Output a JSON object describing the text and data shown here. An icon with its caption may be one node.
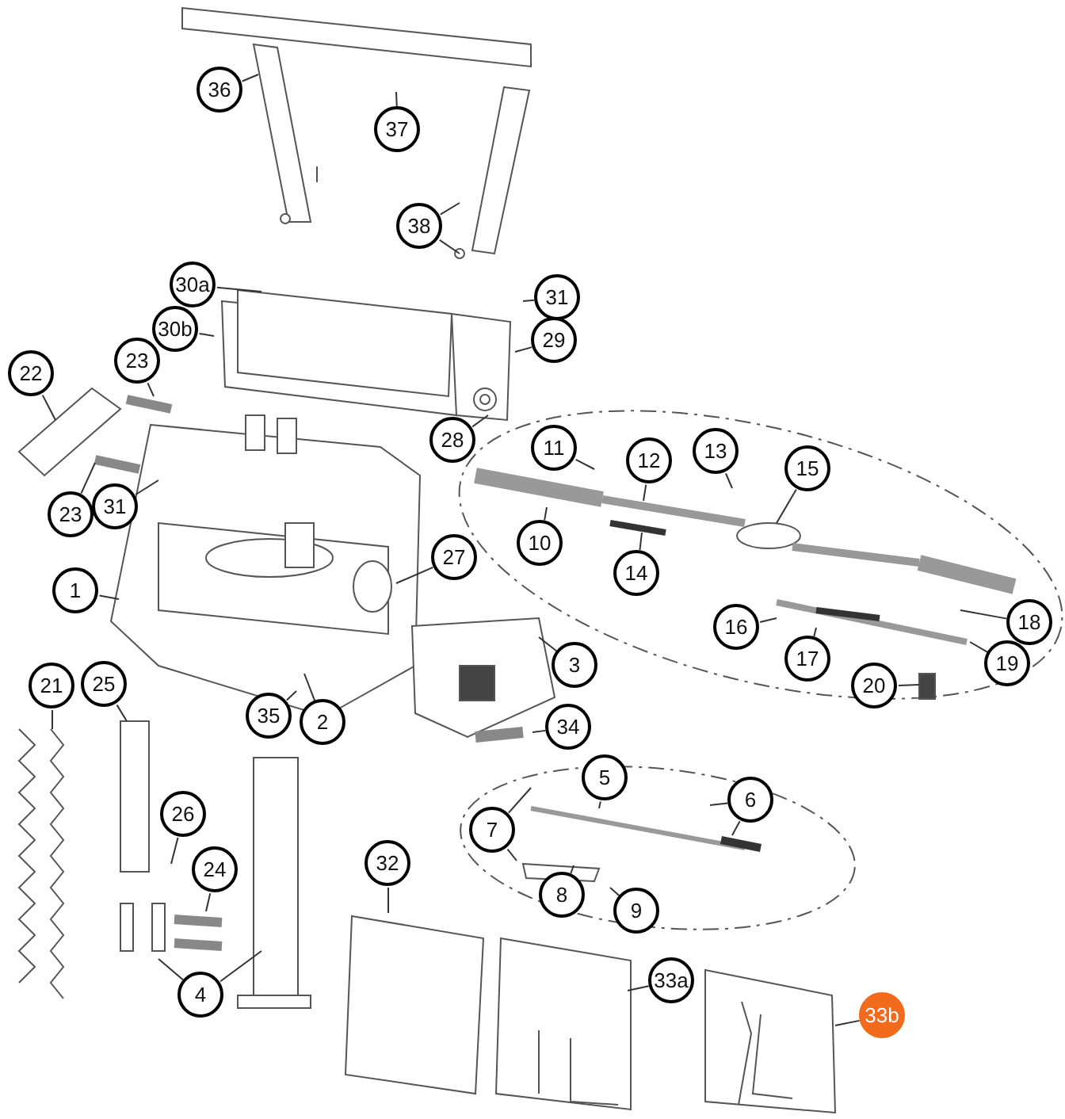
{
  "diagram": {
    "nodes": [
      {
        "text": [
          "36"
        ]
      },
      {
        "text": [
          "37"
        ]
      },
      {
        "text": [
          "38"
        ]
      },
      {
        "text": [
          "30a"
        ]
      },
      {
        "text": [
          "30b"
        ]
      },
      {
        "text": [
          "31"
        ]
      },
      {
        "text": [
          "29"
        ]
      },
      {
        "text": [
          "22"
        ]
      },
      {
        "text": [
          "23"
        ]
      },
      {
        "text": [
          "28"
        ]
      },
      {
        "text": [
          "23"
        ]
      },
      {
        "text": [
          "31"
        ]
      },
      {
        "text": [
          "11"
        ]
      },
      {
        "text": [
          "12"
        ]
      },
      {
        "text": [
          "13"
        ]
      },
      {
        "text": [
          "15"
        ]
      },
      {
        "text": [
          "10"
        ]
      },
      {
        "text": [
          "14"
        ]
      },
      {
        "text": [
          "1"
        ]
      },
      {
        "text": [
          "27"
        ]
      },
      {
        "text": [
          "16"
        ]
      },
      {
        "text": [
          "17"
        ]
      },
      {
        "text": [
          "18"
        ]
      },
      {
        "text": [
          "19"
        ]
      },
      {
        "text": [
          "20"
        ]
      },
      {
        "text": [
          "3"
        ]
      },
      {
        "text": [
          "35"
        ]
      },
      {
        "text": [
          "2"
        ]
      },
      {
        "text": [
          "21"
        ]
      },
      {
        "text": [
          "25"
        ]
      },
      {
        "text": [
          "34"
        ]
      },
      {
        "text": [
          "5"
        ]
      },
      {
        "text": [
          "6"
        ]
      },
      {
        "text": [
          "26"
        ]
      },
      {
        "text": [
          "24"
        ]
      },
      {
        "text": [
          "7"
        ]
      },
      {
        "text": [
          "32"
        ]
      },
      {
        "text": [
          "8"
        ]
      },
      {
        "text": [
          "9"
        ]
      },
      {
        "text": [
          "4"
        ]
      },
      {
        "text": [
          "33a"
        ]
      },
      {
        "text": [
          "33b"
        ]
      }
    ],
    "edges": [
      {
        "from": 0,
        "to": null,
        "arrow": "none"
      },
      {
        "from": 1,
        "to": null,
        "arrow": "none"
      },
      {
        "from": 2,
        "to": null,
        "arrow": "none"
      },
      {
        "from": 2,
        "to": null,
        "arrow": "none"
      },
      {
        "from": 3,
        "to": null,
        "arrow": "none"
      },
      {
        "from": 4,
        "to": null,
        "arrow": "none"
      },
      {
        "from": 5,
        "to": null,
        "arrow": "none"
      },
      {
        "from": 6,
        "to": null,
        "arrow": "none"
      },
      {
        "from": 7,
        "to": null,
        "arrow": "none"
      },
      {
        "from": 8,
        "to": null,
        "arrow": "none"
      },
      {
        "from": 9,
        "to": null,
        "arrow": "none"
      },
      {
        "from": 10,
        "to": null,
        "arrow": "none"
      },
      {
        "from": 11,
        "to": null,
        "arrow": "none"
      },
      {
        "from": 12,
        "to": null,
        "arrow": "none"
      },
      {
        "from": 13,
        "to": null,
        "arrow": "none"
      },
      {
        "from": 14,
        "to": null,
        "arrow": "none"
      },
      {
        "from": 15,
        "to": null,
        "arrow": "none"
      },
      {
        "from": 16,
        "to": null,
        "arrow": "none"
      },
      {
        "from": 17,
        "to": null,
        "arrow": "none"
      },
      {
        "from": 18,
        "to": null,
        "arrow": "none"
      },
      {
        "from": 19,
        "to": null,
        "arrow": "none"
      },
      {
        "from": 20,
        "to": null,
        "arrow": "none"
      },
      {
        "from": 21,
        "to": null,
        "arrow": "none"
      },
      {
        "from": 22,
        "to": null,
        "arrow": "none"
      },
      {
        "from": 23,
        "to": null,
        "arrow": "none"
      },
      {
        "from": 24,
        "to": null,
        "arrow": "none"
      },
      {
        "from": 25,
        "to": null,
        "arrow": "none"
      },
      {
        "from": 26,
        "to": null,
        "arrow": "none"
      },
      {
        "from": 27,
        "to": null,
        "arrow": "none"
      },
      {
        "from": 28,
        "to": null,
        "arrow": "none"
      },
      {
        "from": 29,
        "to": null,
        "arrow": "none"
      },
      {
        "from": 30,
        "to": null,
        "arrow": "none"
      },
      {
        "from": 31,
        "to": null,
        "arrow": "none"
      },
      {
        "from": 32,
        "to": null,
        "arrow": "none"
      },
      {
        "from": 32,
        "to": null,
        "arrow": "none"
      },
      {
        "from": 33,
        "to": null,
        "arrow": "none"
      },
      {
        "from": 34,
        "to": null,
        "arrow": "none"
      },
      {
        "from": 35,
        "to": null,
        "arrow": "none"
      },
      {
        "from": 35,
        "to": null,
        "arrow": "none"
      },
      {
        "from": 36,
        "to": null,
        "arrow": "none"
      },
      {
        "from": 37,
        "to": null,
        "arrow": "none"
      },
      {
        "from": 38,
        "to": null,
        "arrow": "none"
      },
      {
        "from": 39,
        "to": null,
        "arrow": "none"
      },
      {
        "from": 39,
        "to": null,
        "arrow": "none"
      },
      {
        "from": 40,
        "to": null,
        "arrow": "none"
      },
      {
        "from": 41,
        "to": null,
        "arrow": "none"
      }
    ]
  }
}
